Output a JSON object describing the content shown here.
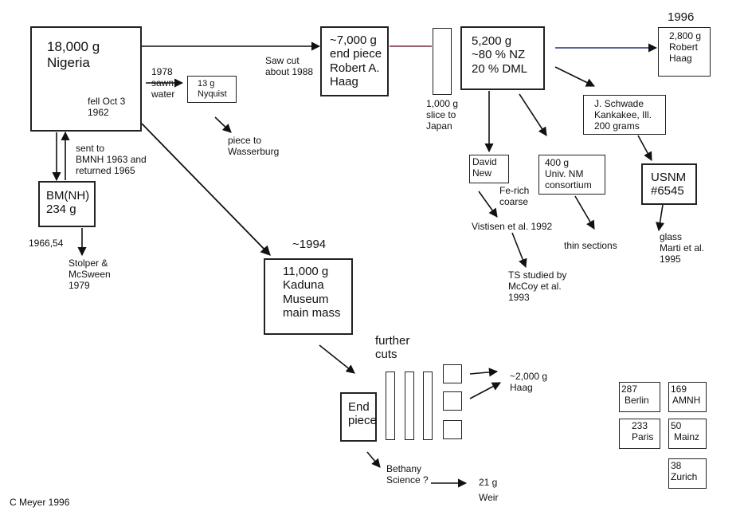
{
  "main": {
    "mass": "18,000 g",
    "name": "Nigeria",
    "fell": "fell Oct 3\n1962"
  },
  "bmnh": {
    "note": "sent to\nBMNH 1963 and\nreturned 1965",
    "label": "BM(NH)\n234 g",
    "date": "1966,54",
    "ref": "Stolper &\nMcSween\n1979"
  },
  "nyquist": {
    "note": "1978\nsawn,\nwater",
    "label": "13 g\nNyquist",
    "piece": "piece to\nWasserburg"
  },
  "haag_end": {
    "note": "Saw cut\nabout 1988",
    "label": "~7,000 g\nend piece\nRobert A.\nHaag"
  },
  "japan": {
    "label": "1,000 g\nslice to\nJapan"
  },
  "nz": {
    "label": "5,200 g\n~80 % NZ\n20 % DML"
  },
  "haag1996": {
    "year": "1996",
    "label": "2,800 g\nRobert\nHaag"
  },
  "schwade": {
    "label": "J. Schwade\nKankakee, Ill.\n200 grams"
  },
  "usnm": {
    "label": "USNM\n#6545",
    "ref": "glass\nMarti et al.\n1995"
  },
  "david": {
    "label": "David\nNew",
    "note": "Fe-rich\ncoarse",
    "ref": "Vistisen et al. 1992"
  },
  "unm": {
    "label": "400 g\nUniv. NM\nconsortium",
    "note": "thin sections"
  },
  "ts": {
    "label": "TS studied by\nMcCoy et al.\n1993"
  },
  "kaduna": {
    "year": "~1994",
    "label": "11,000 g\nKaduna\nMuseum\nmain mass"
  },
  "cuts": {
    "title": "further\ncuts",
    "end": "End\npiece",
    "haag2000": "~2,000 g\nHaag",
    "bethany": "Bethany\nScience ?",
    "weir_mass": "21 g",
    "weir": "Weir"
  },
  "collections": [
    {
      "mass": "287",
      "name": "Berlin"
    },
    {
      "mass": "169",
      "name": "AMNH"
    },
    {
      "mass": "233",
      "name": "Paris"
    },
    {
      "mass": "50",
      "name": "Mainz"
    },
    {
      "mass": "38",
      "name": "Zurich"
    }
  ],
  "credit": "C Meyer 1996"
}
